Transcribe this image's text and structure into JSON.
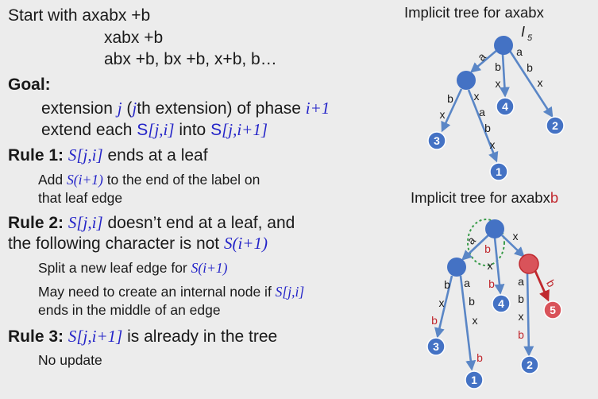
{
  "intro": {
    "line1": "Start with axabx +b",
    "line2": "xabx +b",
    "line3": "abx +b,  bx +b, x+b, b…"
  },
  "goal": {
    "heading": "Goal:",
    "ext_a": "extension ",
    "ext_j": "j",
    "ext_b": " (",
    "ext_j2": "j",
    "ext_c": "th extension) of phase ",
    "ext_phase": "i+1",
    "extend_a": "extend each ",
    "extend_s1": "S[j,i]",
    "extend_b": " into ",
    "extend_s2": "S[j,i+1]"
  },
  "rule1": {
    "heading": "Rule 1:",
    "s": "S[j,i]",
    "text": " ends at a leaf",
    "sub_a": "Add ",
    "sub_s": "S(i+1)",
    "sub_b": " to the end of the label on",
    "sub_c": "that leaf edge"
  },
  "rule2": {
    "heading": "Rule 2:",
    "s": "S[j,i]",
    "text": " doesn’t end at a leaf, and",
    "line2a": "the following character is not ",
    "line2s": "S(i+1)",
    "sub1a": "Split a new leaf edge for ",
    "sub1s": "S(i+1)",
    "sub2a": "May need to create an internal node if ",
    "sub2s": "S[j,i]",
    "sub2c": "ends in the middle of an edge"
  },
  "rule3": {
    "heading": "Rule 3:",
    "s": "S[j,i+1]",
    "text": " is already in the tree",
    "sub": "No update"
  },
  "tree1": {
    "title": "Implicit tree for axabx",
    "root_label": "I",
    "root_sub": "5",
    "leaves": [
      "3",
      "1",
      "4",
      "2"
    ],
    "edge_labels": [
      "a",
      "b",
      "x",
      "a",
      "b",
      "x",
      "b",
      "x",
      "x",
      "a",
      "b",
      "x"
    ]
  },
  "tree2": {
    "title_a": "Implicit tree for axabx",
    "title_b": "b",
    "leaves": [
      "3",
      "1",
      "4",
      "2",
      "5"
    ],
    "edge_labels_black": [
      "a",
      "b",
      "x",
      "x",
      "a",
      "b",
      "x",
      "x",
      "a",
      "b",
      "x"
    ],
    "edge_labels_red": [
      "b",
      "b",
      "b",
      "b",
      "b",
      "b"
    ]
  },
  "colors": {
    "background": "#ececec",
    "text": "#1a1a1a",
    "variable_blue": "#2424c8",
    "node_blue": "#4472c4",
    "edge_blue": "#5a86c6",
    "added_red": "#c0282e",
    "dotted_green": "#3a9c4a"
  }
}
